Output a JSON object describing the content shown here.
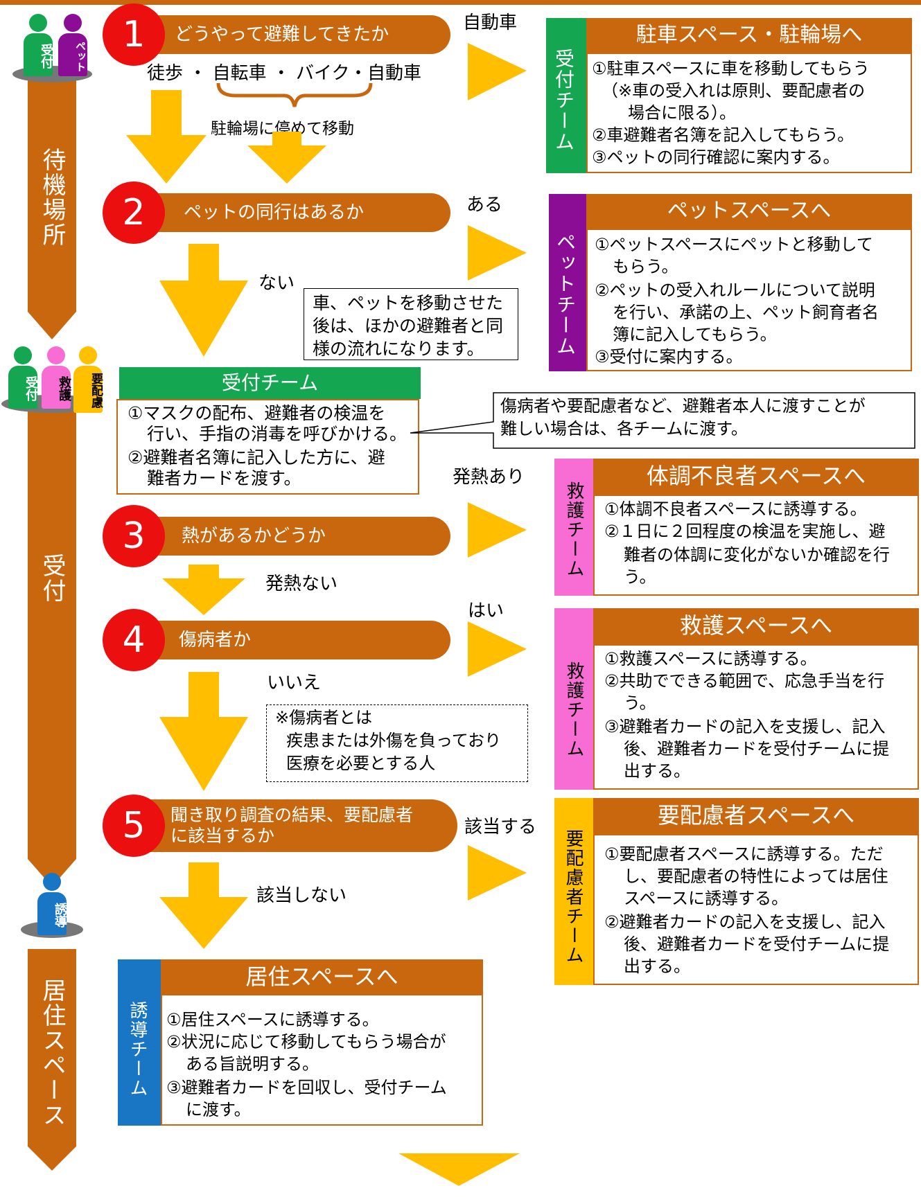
{
  "colors": {
    "orange": "#c9670f",
    "red": "#ec0f0f",
    "yellow": "#ffbf00",
    "green": "#14a650",
    "purple": "#8b0d96",
    "pink": "#f76dd3",
    "blue": "#1976c4",
    "gold": "#ffc000"
  },
  "left_column": {
    "band1": "待機場所",
    "band2": "受付",
    "band3": "居住スペース"
  },
  "icons": {
    "group1": [
      "受付",
      "ペット"
    ],
    "group2": [
      "受付",
      "救護",
      "要配慮"
    ],
    "group3": [
      "誘導"
    ]
  },
  "steps": [
    {
      "num": "1",
      "label": "どうやって避難してきたか"
    },
    {
      "num": "2",
      "label": "ペットの同行はあるか"
    },
    {
      "num": "3",
      "label": "熱があるかどうか"
    },
    {
      "num": "4",
      "label": "傷病者か"
    },
    {
      "num": "5",
      "label": "聞き取り調査の結果、要配慮者に該当するか",
      "line1": "聞き取り調査の結果、要配慮者",
      "line2": "に該当するか"
    }
  ],
  "labels": {
    "car": "自動車",
    "transport": "徒歩 ・ 自転車 ・ バイク・自動車",
    "bicycle_parking": "駐輪場に停めて移動",
    "pet_yes": "ある",
    "pet_no": "ない",
    "fever_yes": "発熱あり",
    "fever_no": "発熱ない",
    "injured_yes": "はい",
    "injured_no": "いいえ",
    "care_yes": "該当する",
    "care_no": "該当しない"
  },
  "notes": {
    "after_move": [
      "車、ペットを移動させた",
      "後は、ほかの避難者と同",
      "様の流れになります。"
    ],
    "handover": [
      "傷病者や要配慮者など、避難者本人に渡すことが",
      "難しい場合は、各チームに渡す。"
    ],
    "injured_def": [
      "※傷病者とは",
      "疾患または外傷を負っており",
      "医療を必要とする人"
    ]
  },
  "reception": {
    "head": "受付チーム",
    "lines": [
      "①マスクの配布、避難者の検温を",
      "行い、手指の消毒を呼びかける。",
      "②避難者名簿に記入した方に、避",
      "難者カードを渡す。"
    ]
  },
  "boxes": {
    "parking": {
      "side": "受付チーム",
      "title": "駐車スペース・駐輪場へ",
      "lines": [
        "①駐車スペースに車を移動してもらう",
        "（※車の受入れは原則、要配慮者の",
        "場合に限る）。",
        "②車避難者名簿を記入してもらう。",
        "③ペットの同行確認に案内する。"
      ]
    },
    "pet": {
      "side": "ペットチーム",
      "title": "ペットスペースへ",
      "lines": [
        "①ペットスペースにペットと移動して",
        "もらう。",
        "②ペットの受入れルールについて説明",
        "を行い、承諾の上、ペット飼育者名",
        "簿に記入してもらう。",
        "③受付に案内する。"
      ]
    },
    "sick": {
      "side": "救護チーム",
      "title": "体調不良者スペースへ",
      "lines": [
        "①体調不良者スペースに誘導する。",
        "②１日に２回程度の検温を実施し、避",
        "難者の体調に変化がないか確認を行",
        "う。"
      ]
    },
    "rescue": {
      "side": "救護チーム",
      "title": "救護スペースへ",
      "lines": [
        "①救護スペースに誘導する。",
        "②共助でできる範囲で、応急手当を行",
        "う。",
        "③避難者カードの記入を支援し、記入",
        "後、避難者カードを受付チームに提",
        "出する。"
      ]
    },
    "care": {
      "side": "要配慮者チーム",
      "title": "要配慮者スペースへ",
      "lines": [
        "①要配慮者スペースに誘導する。ただ",
        "し、要配慮者の特性によっては居住",
        "スペースに誘導する。",
        "②避難者カードの記入を支援し、記入",
        "後、避難者カードを受付チームに提",
        "出する。"
      ]
    },
    "living": {
      "side": "誘導チーム",
      "title": "居住スペースへ",
      "lines": [
        "①居住スペースに誘導する。",
        "②状況に応じて移動してもらう場合が",
        "ある旨説明する。",
        "③避難者カードを回収し、受付チーム",
        "に渡す。"
      ]
    }
  }
}
